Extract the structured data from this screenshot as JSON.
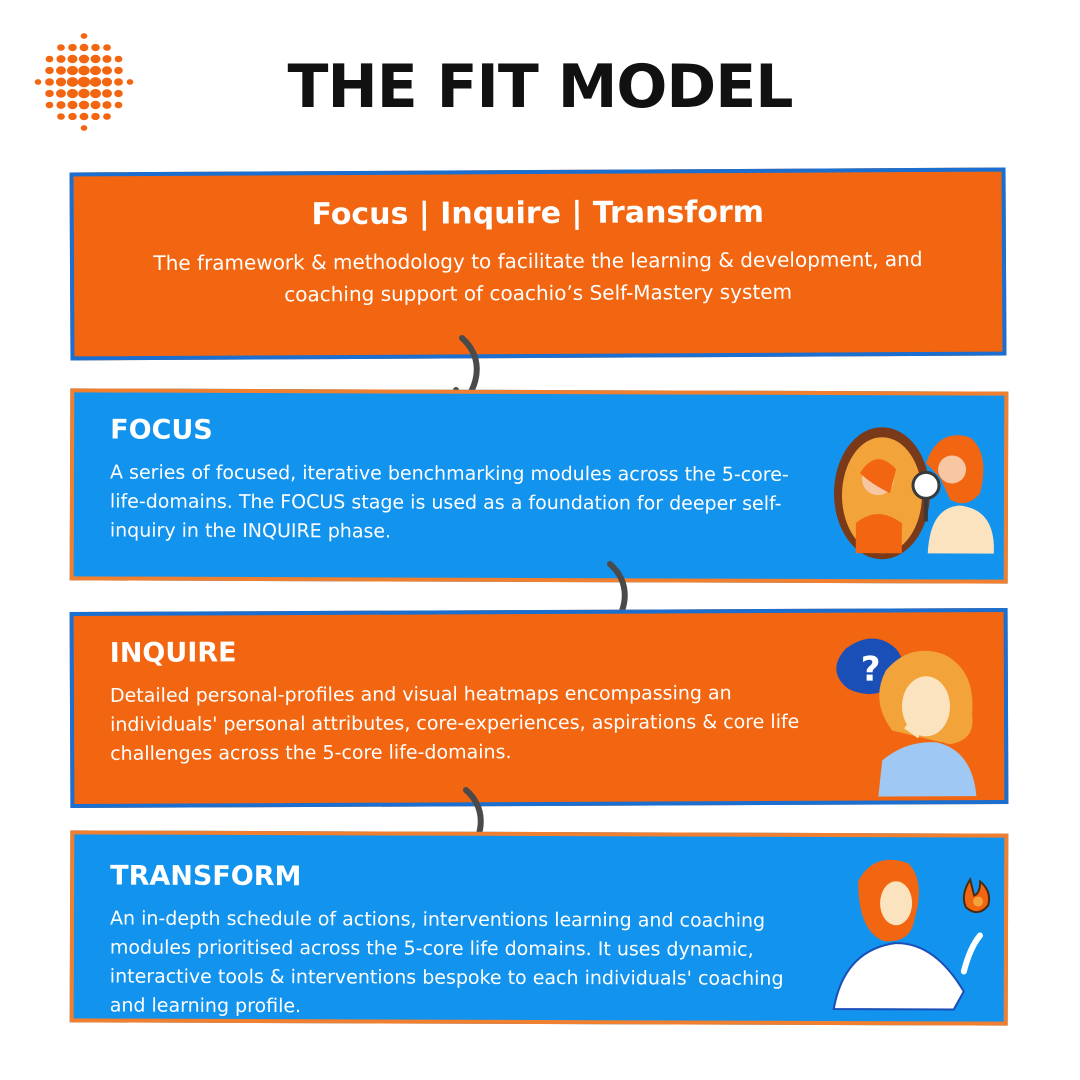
{
  "page": {
    "title": "THE FIT MODEL"
  },
  "intro": {
    "heading": "Focus | Inquire | Transform",
    "description": "The framework & methodology to facilitate the learning & development, and coaching support of  coachio’s Self-Mastery system"
  },
  "stages": [
    {
      "title": "FOCUS",
      "description": "A series of focused, iterative benchmarking modules across the 5-core-life-domains. The FOCUS stage is used as a foundation for deeper self-inquiry in the INQUIRE phase."
    },
    {
      "title": "INQUIRE",
      "description": "Detailed personal-profiles and visual heatmaps encompassing an individuals' personal attributes, core-experiences, aspirations & core life challenges across the 5-core life-domains."
    },
    {
      "title": "TRANSFORM",
      "description": "An in-depth schedule of actions, interventions learning and coaching modules prioritised across the 5-core life domains. It uses dynamic, interactive tools & interventions bespoke to each individuals' coaching and learning profile."
    }
  ],
  "icons": {
    "logo": "orange-dotted-sphere-logo",
    "arrow": "curved-arrow-down-icon",
    "focus_illustration": "woman-with-magnifier-mirror-illustration",
    "inquire_illustration": "thinking-woman-question-bubble-illustration",
    "transform_illustration": "woman-holding-flame-illustration"
  },
  "colors": {
    "orange": "#f26611",
    "blue": "#1293ee",
    "border_blue": "#1a4fb8",
    "text_dark": "#111111",
    "text_light": "#ffffff"
  }
}
